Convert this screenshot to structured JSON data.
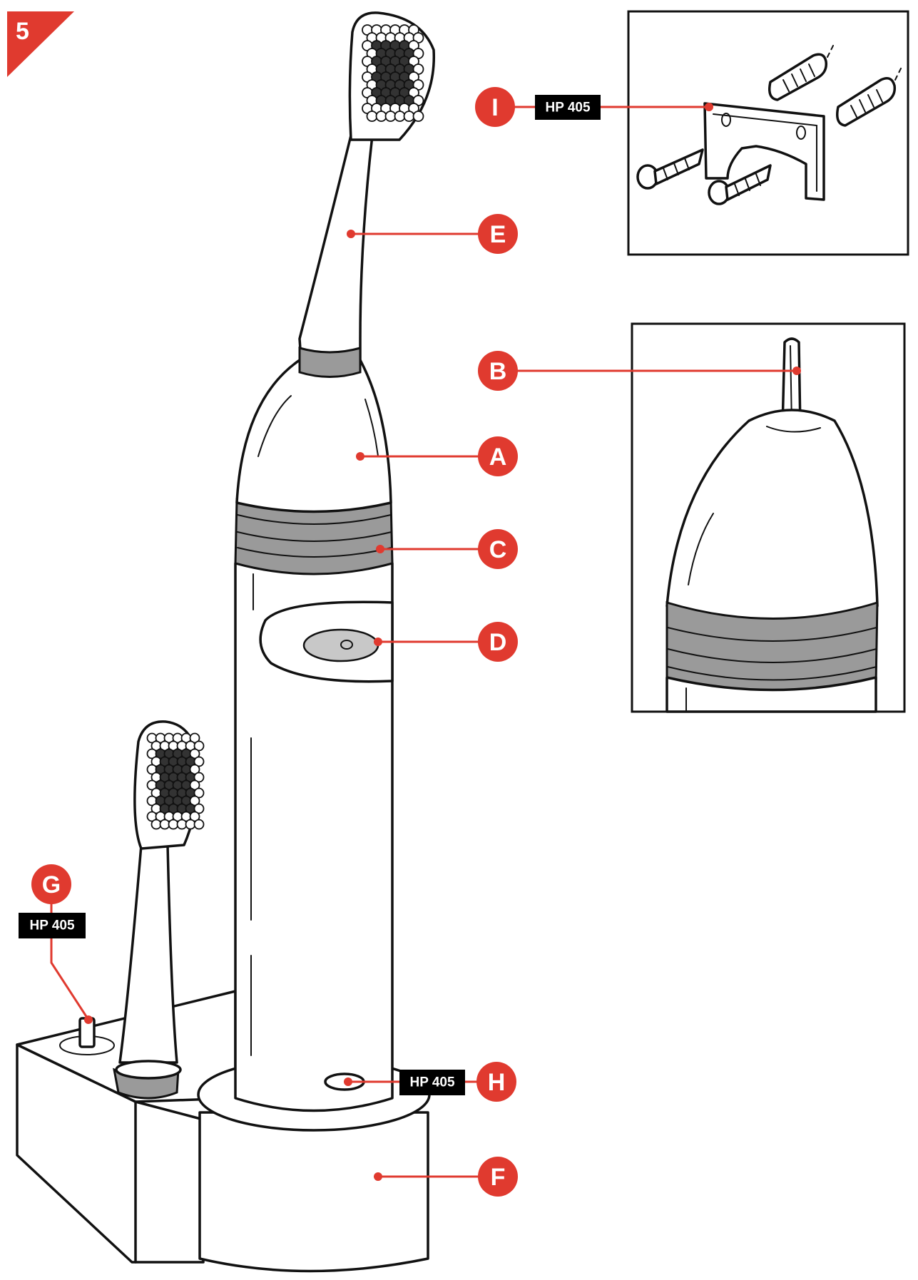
{
  "step_badge": {
    "label": "5",
    "color": "#e03a2f"
  },
  "accent_color": "#e03a2f",
  "callouts": [
    {
      "id": "A",
      "letter": "A"
    },
    {
      "id": "B",
      "letter": "B"
    },
    {
      "id": "C",
      "letter": "C"
    },
    {
      "id": "D",
      "letter": "D"
    },
    {
      "id": "E",
      "letter": "E"
    },
    {
      "id": "F",
      "letter": "F"
    },
    {
      "id": "G",
      "letter": "G"
    },
    {
      "id": "H",
      "letter": "H"
    },
    {
      "id": "I",
      "letter": "I"
    }
  ],
  "tags": {
    "G": "HP 405",
    "H": "HP 405",
    "I": "HP 405"
  }
}
